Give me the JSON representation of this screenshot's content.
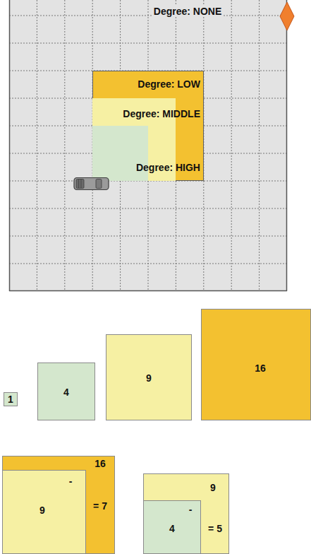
{
  "diagram": {
    "nodes": [
      {
        "text": [
          "Degree: NONE"
        ]
      },
      {
        "text": [
          "Degree: LOW"
        ],
        "in": 0
      },
      {
        "text": [
          "Degree: MIDDLE"
        ],
        "in": 1
      },
      {
        "text": [
          "Degree: HIGH"
        ],
        "in": 2
      },
      {
        "text": [
          "1"
        ]
      },
      {
        "text": [
          "4"
        ]
      },
      {
        "text": [
          "9"
        ]
      },
      {
        "text": [
          "16"
        ]
      },
      {
        "text": [
          "16",
          "= 7"
        ]
      },
      {
        "text": [
          "9",
          "-"
        ],
        "in": 8
      },
      {
        "text": [
          "9",
          "= 5"
        ]
      },
      {
        "text": [
          "4",
          "-"
        ],
        "in": 10
      }
    ]
  }
}
